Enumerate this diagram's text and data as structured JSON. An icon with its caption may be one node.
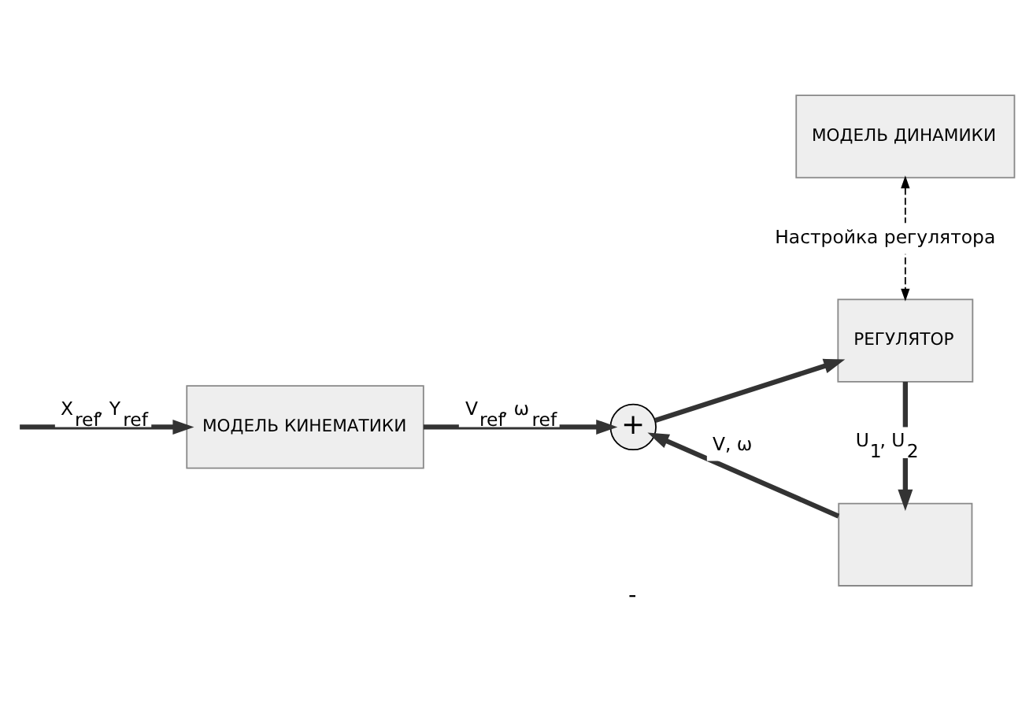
{
  "diagram": {
    "nodes": [
      {
        "text": [
          "МОДЕЛЬ КИНЕМАТИКИ"
        ]
      },
      {
        "text": [
          "+"
        ]
      },
      {
        "text": [
          "РЕГУЛЯТОР"
        ]
      },
      {
        "text": [
          "МОДЕЛЬ ДИНАМИКИ"
        ]
      },
      {
        "text": [],
        "shape": "box"
      }
    ],
    "edges": [
      {
        "from": null,
        "to": 0,
        "arrow": "to",
        "label": "X$_{ref}$, Y$_{ref}$"
      },
      {
        "from": 0,
        "to": 1,
        "arrow": "to",
        "label": "V$_{ref}$, ω$_{ref}$"
      },
      {
        "from": 1,
        "to": 2,
        "arrow": "to"
      },
      {
        "from": 3,
        "to": 2,
        "arrow": "both",
        "style": "dashed",
        "label": "Настройка регулятора"
      },
      {
        "from": 2,
        "to": 4,
        "arrow": "to",
        "label": "U$_{1}$, U$_{2}$"
      },
      {
        "from": 4,
        "to": 1,
        "arrow": "to",
        "label": "V, ω"
      }
    ],
    "labels": [
      "-"
    ]
  }
}
